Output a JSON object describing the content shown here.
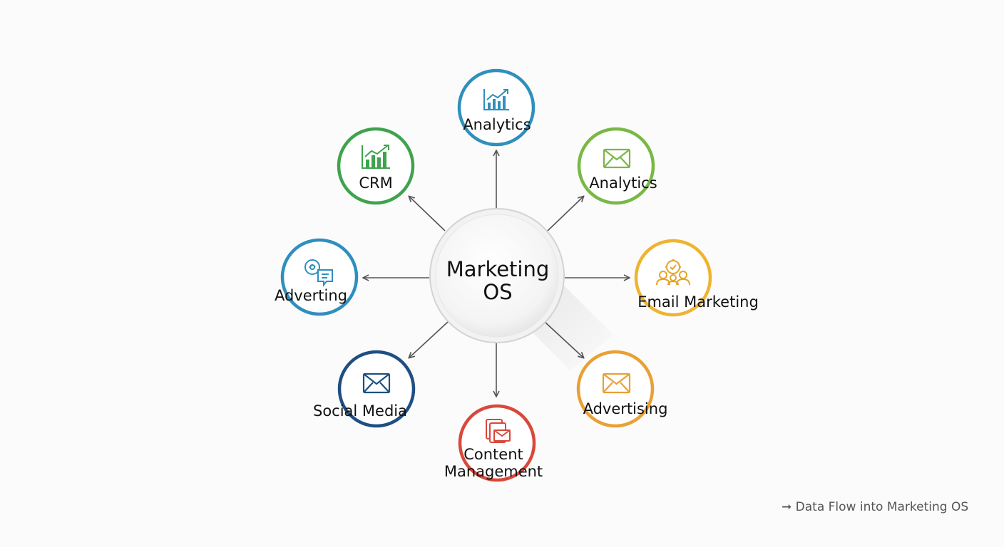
{
  "hub": {
    "line1": "Marketing",
    "line2": "OS"
  },
  "nodes": [
    {
      "id": "analytics-top",
      "label": "Analytics",
      "icon": "bar-chart-icon",
      "color": "#2f8fbd"
    },
    {
      "id": "analytics-right",
      "label": "Analytics",
      "icon": "envelope-icon",
      "color": "#79b845"
    },
    {
      "id": "email-marketing",
      "label": "Email Marketing",
      "icon": "people-gear-icon",
      "color": "#efb42f"
    },
    {
      "id": "advertising",
      "label": "Advertising",
      "icon": "envelope-icon",
      "color": "#eaa035"
    },
    {
      "id": "content-management",
      "line1": "Content",
      "line2": "Management",
      "icon": "documents-envelope-icon",
      "color": "#d9483a"
    },
    {
      "id": "social-media",
      "label": "Social Media",
      "icon": "envelope-icon",
      "color": "#1f4f82"
    },
    {
      "id": "adverting",
      "label": "Adverting",
      "icon": "chat-coin-icon",
      "color": "#2e8fbf"
    },
    {
      "id": "crm",
      "label": "CRM",
      "icon": "bar-chart-icon",
      "color": "#3fa34d"
    }
  ],
  "caption": {
    "arrow": "➞",
    "text": "Data Flow into Marketing OS"
  }
}
